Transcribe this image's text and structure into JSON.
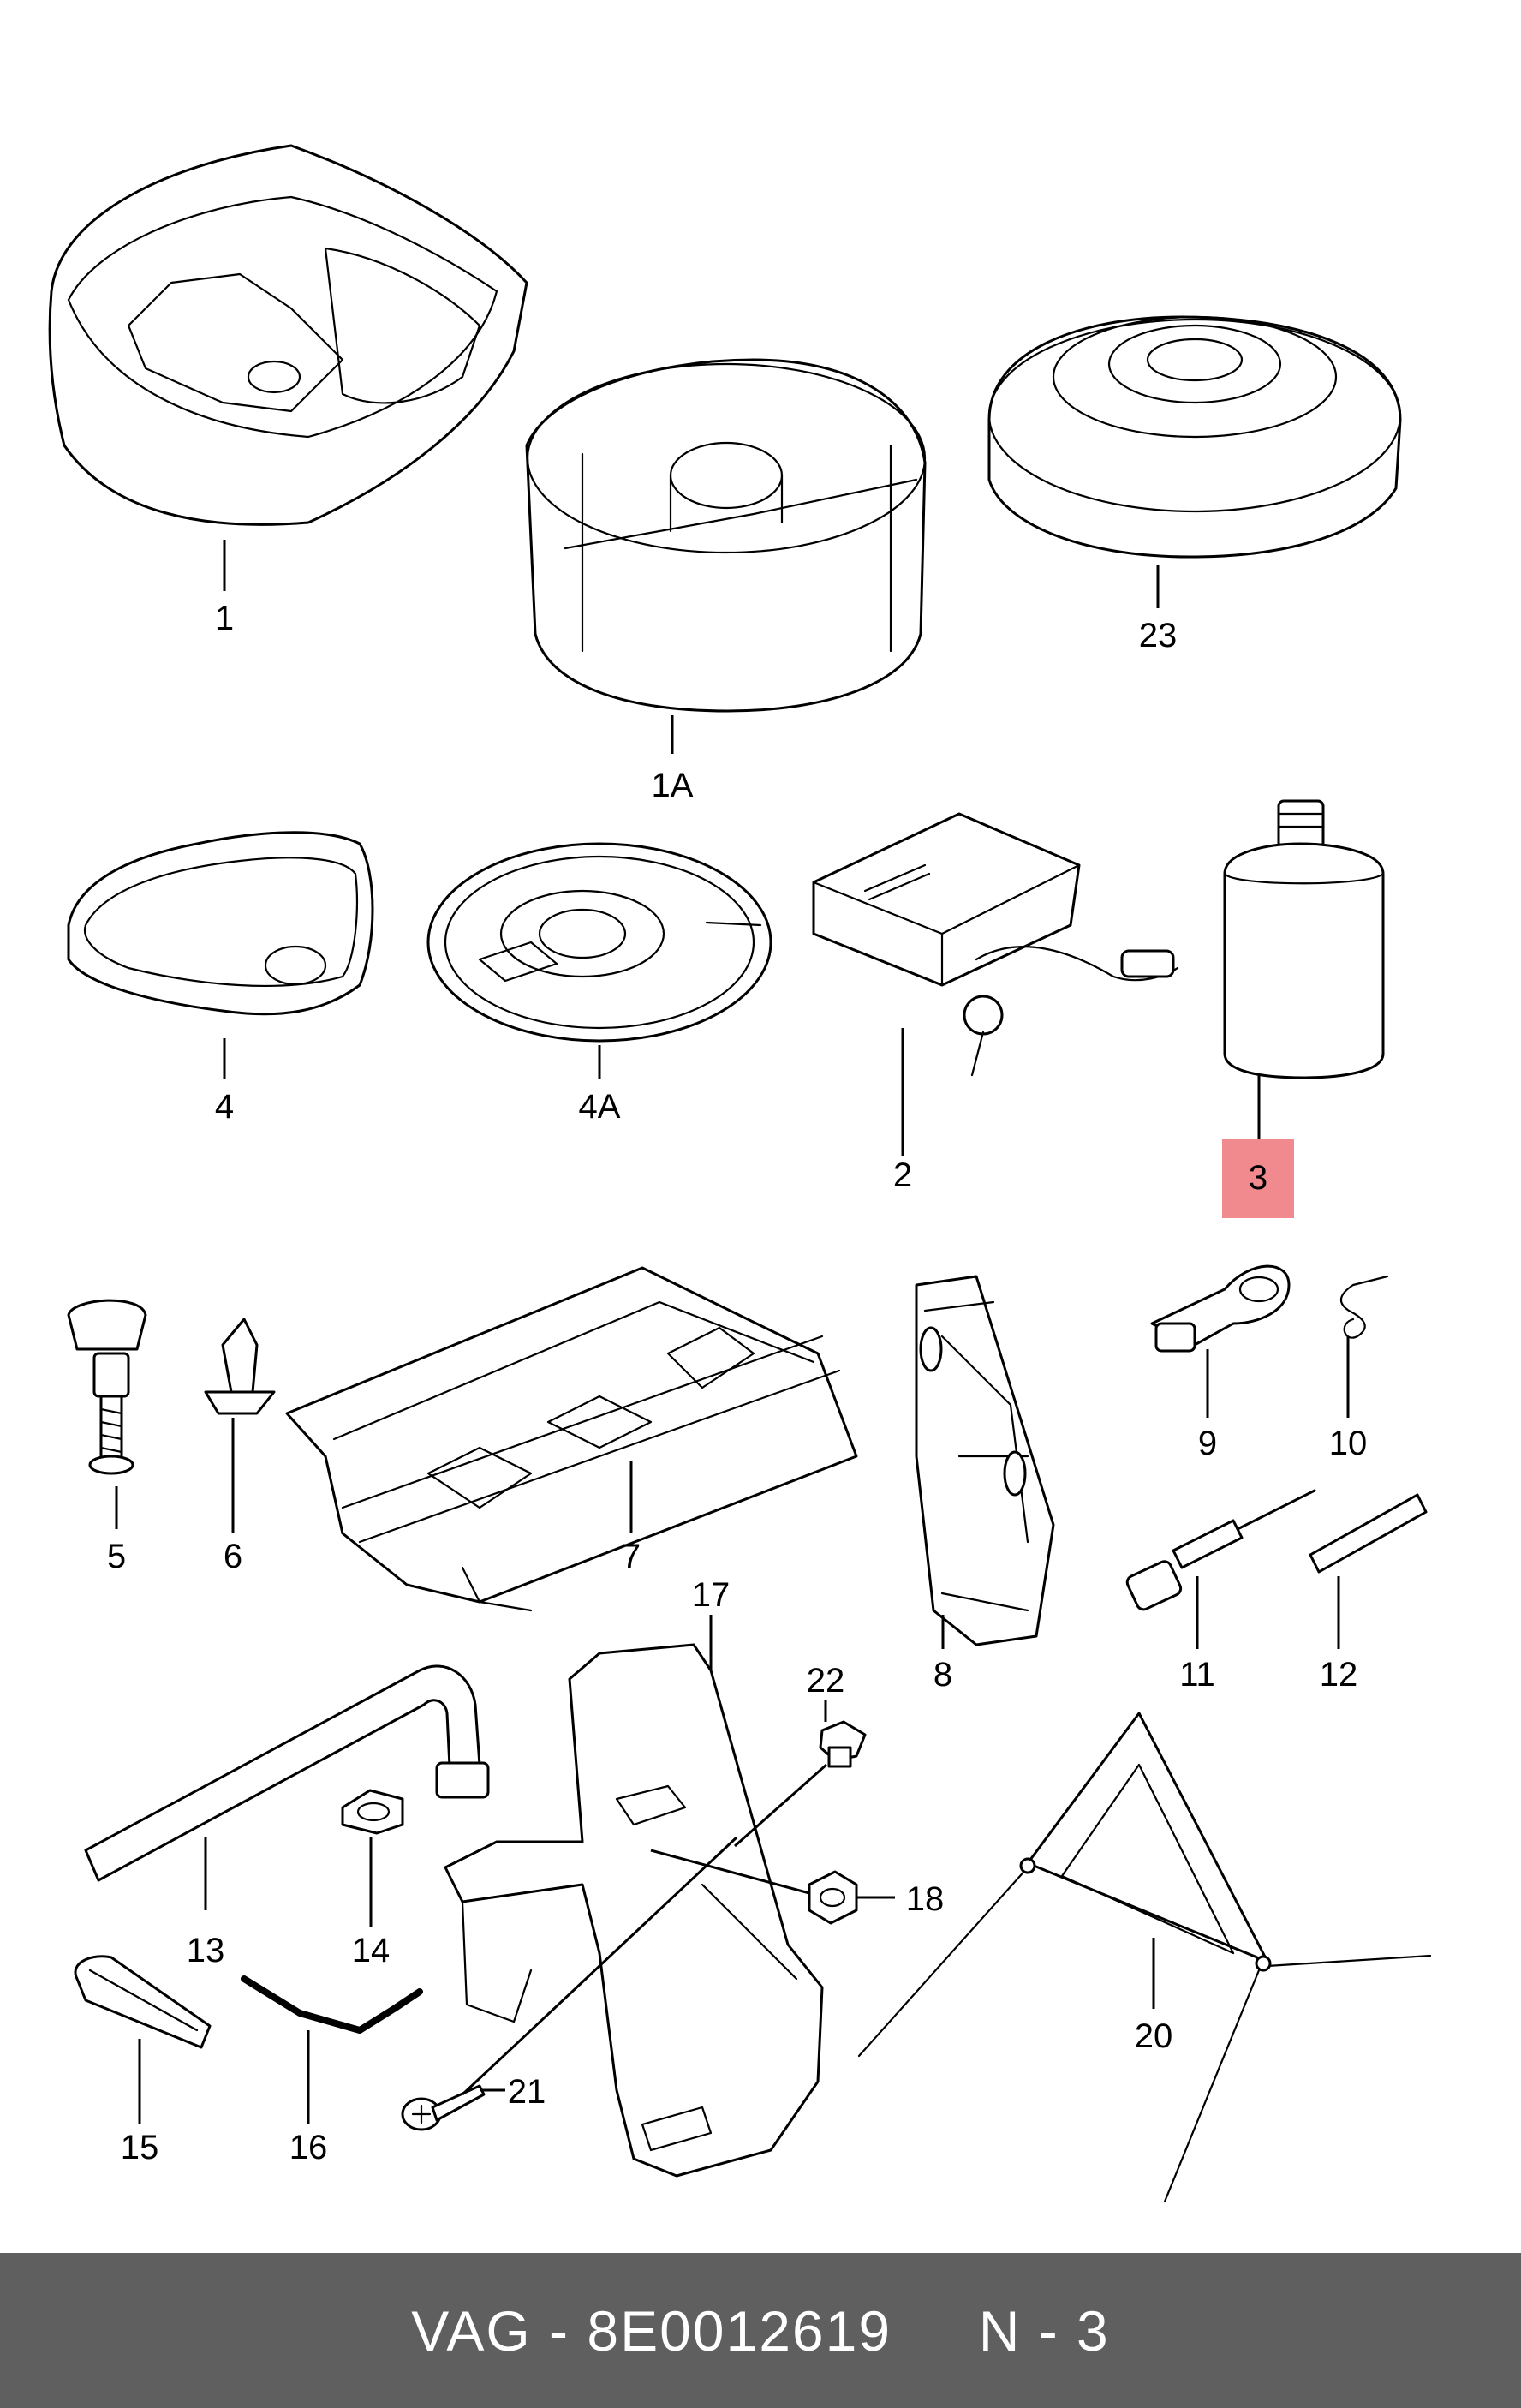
{
  "footer": {
    "brand": "VAG",
    "separator1": " - ",
    "part_number": "8E0012619",
    "gap": "     ",
    "position": "N - 3"
  },
  "highlight_color": "#f08a8e",
  "callouts": {
    "c1": "1",
    "c1a": "1A",
    "c23": "23",
    "c4": "4",
    "c4a": "4A",
    "c2": "2",
    "c3": "3",
    "c5": "5",
    "c6": "6",
    "c7": "7",
    "c8": "8",
    "c9": "9",
    "c10": "10",
    "c11": "11",
    "c12": "12",
    "c13": "13",
    "c14": "14",
    "c15": "15",
    "c16": "16",
    "c17": "17",
    "c18": "18",
    "c20": "20",
    "c21": "21",
    "c22": "22"
  },
  "highlighted_callout": "3"
}
